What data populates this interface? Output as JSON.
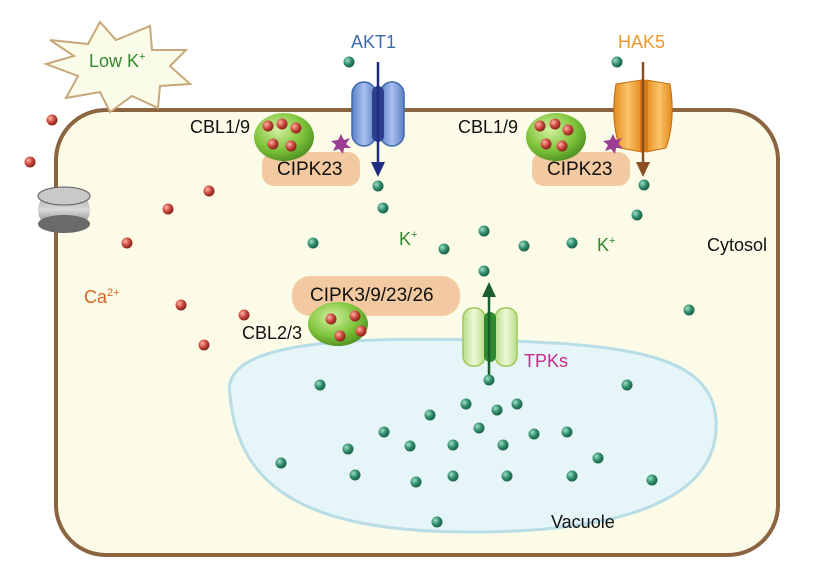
{
  "signal": {
    "text": "Low K",
    "sup": "+"
  },
  "channels": {
    "akt1": "AKT1",
    "hak5": "HAK5",
    "tpks": "TPKs"
  },
  "complexes": {
    "left_cbl": "CBL1/9",
    "left_cipk": "CIPK23",
    "right_cbl": "CBL1/9",
    "right_cipk": "CIPK23",
    "center_cipk": "CIPK3/9/23/26",
    "center_cbl": "CBL2/3"
  },
  "ions": {
    "potassium": {
      "text": "K",
      "sup": "+"
    },
    "calcium": {
      "text": "Ca",
      "sup": "2+"
    }
  },
  "compartments": {
    "cytosol": "Cytosol",
    "vacuole": "Vacuole"
  },
  "colors": {
    "cell_fill": "#fcfbe8",
    "cell_border": "#8a6540",
    "vacuole_fill": "#e6f5f7",
    "vacuole_border": "#b9dde6",
    "k_ion": "#2e8b6b",
    "ca_ion": "#c8453a",
    "akt1": "#3f69ad",
    "akt1_arrow": "#1f2b80",
    "hak5": "#e89a2e",
    "hak5_arrow": "#8a4e22",
    "tpk": "#9ec85a",
    "tpk_arrow": "#1b5e2e",
    "cbl": "#7ec43b",
    "cipk": "#f2c9a0",
    "phospho": "#9b3d92",
    "label_k": "#2f8a2f",
    "label_ca": "#d9661f",
    "label_tpks": "#c12d8c"
  },
  "icons": [
    "low-k-burst",
    "calcium-channel-icon",
    "phosphorylation-star"
  ]
}
